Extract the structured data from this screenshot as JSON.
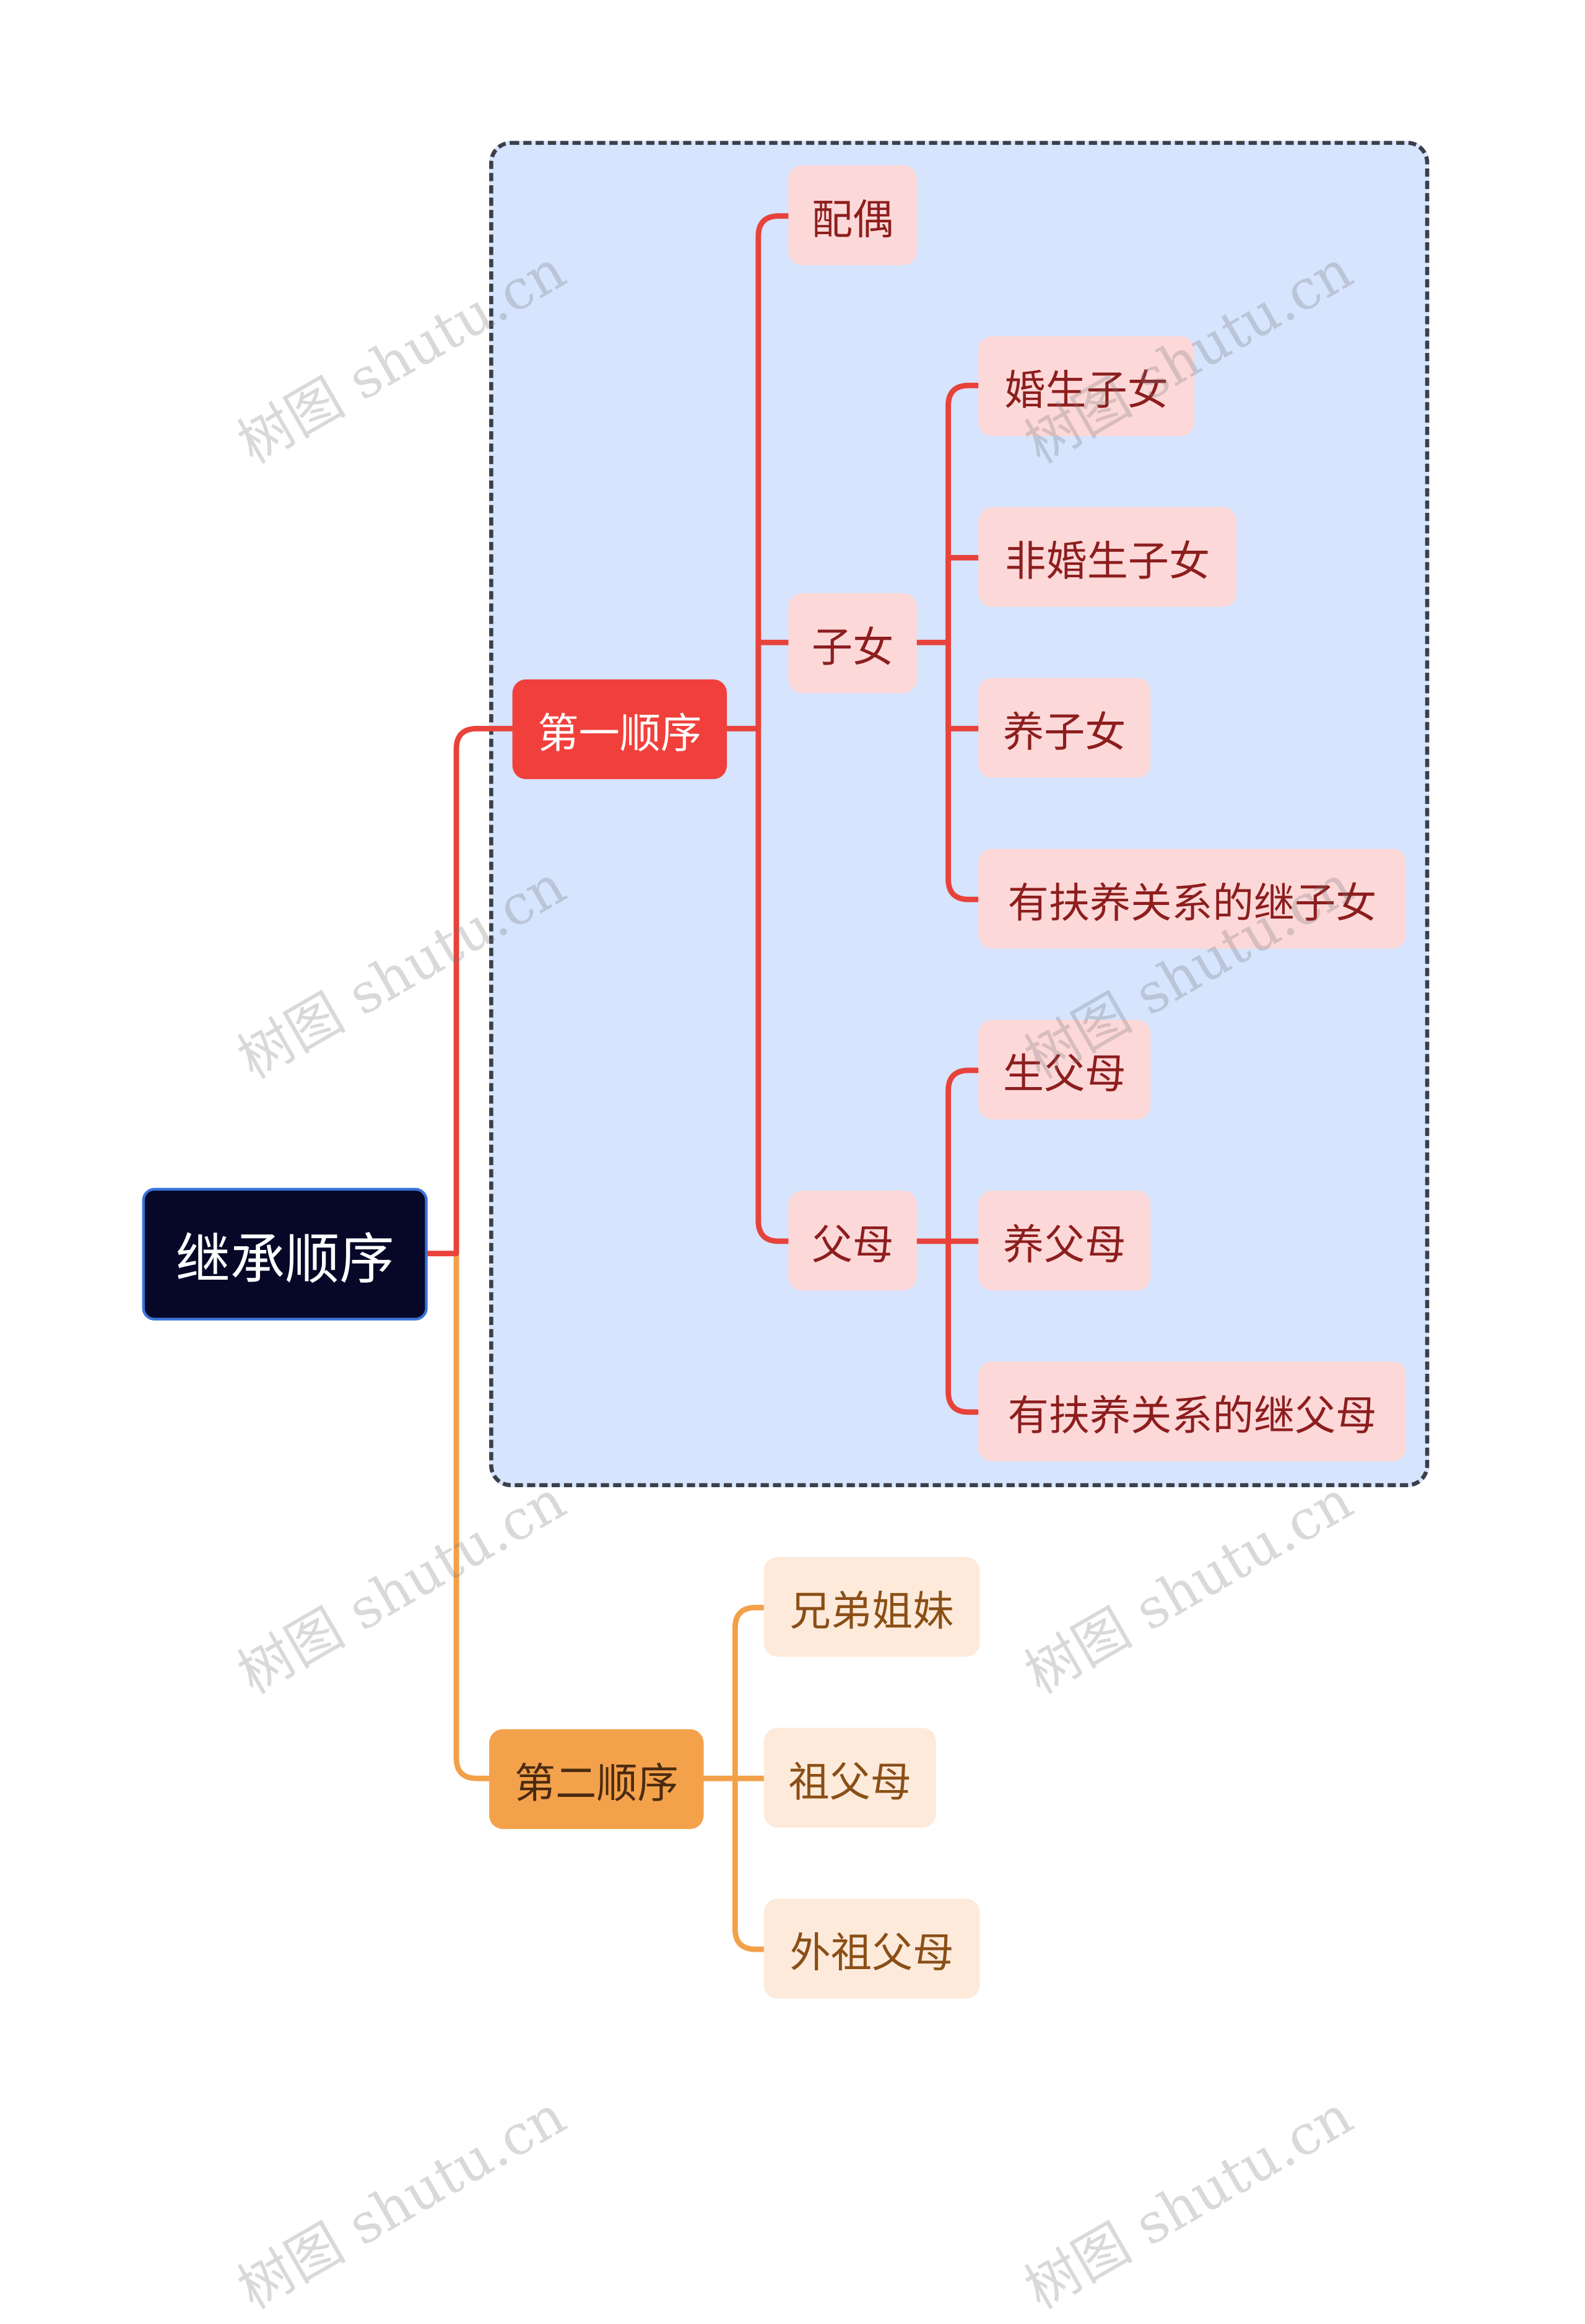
{
  "root": {
    "label": "继承顺序"
  },
  "first_order": {
    "label": "第一顺序",
    "spouse": "配偶",
    "children": {
      "label": "子女",
      "items": [
        "婚生子女",
        "非婚生子女",
        "养子女",
        "有扶养关系的继子女"
      ]
    },
    "parents": {
      "label": "父母",
      "items": [
        "生父母",
        "养父母",
        "有扶养关系的继父母"
      ]
    }
  },
  "second_order": {
    "label": "第二顺序",
    "items": [
      "兄弟姐妹",
      "祖父母",
      "外祖父母"
    ]
  },
  "watermark": "树图 shutu.cn",
  "colors": {
    "root_fill": "#070728",
    "root_border": "#3a74d9",
    "first_order_fill": "#f1403b",
    "first_order_leaf": "#fdd8d8",
    "second_order_fill": "#f4a14c",
    "second_order_leaf": "#fdeadb",
    "frame_fill": "#d6e4fd",
    "link_red": "#e8423b",
    "link_orange": "#f2a04a"
  }
}
